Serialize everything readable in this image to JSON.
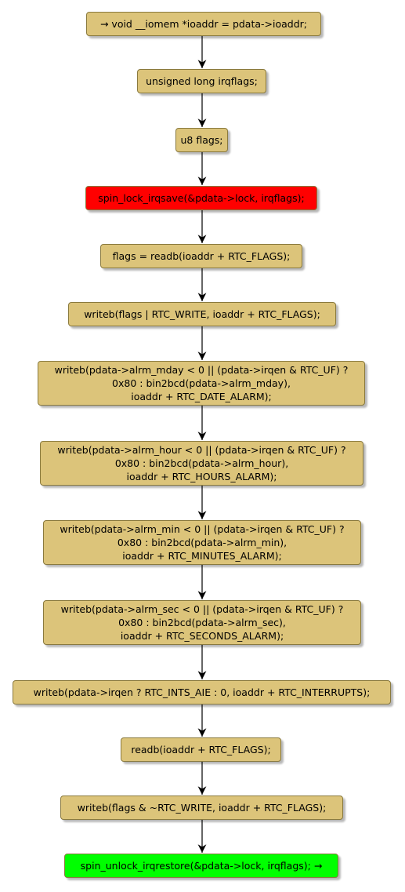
{
  "colors": {
    "step_fill": "#dcc47a",
    "lock_fill": "#ff0000",
    "unlock_fill": "#00ff00",
    "border": "#8a7a3e",
    "edge": "#000000"
  },
  "steps": [
    {
      "id": "s1",
      "kind": "normal",
      "lines": [
        "→ void __iomem *ioaddr = pdata->ioaddr;"
      ]
    },
    {
      "id": "s2",
      "kind": "normal",
      "lines": [
        "unsigned long irqflags;"
      ]
    },
    {
      "id": "s3",
      "kind": "normal",
      "lines": [
        "u8 flags;"
      ]
    },
    {
      "id": "s4",
      "kind": "lock",
      "lines": [
        "spin_lock_irqsave(&pdata->lock, irqflags);"
      ]
    },
    {
      "id": "s5",
      "kind": "normal",
      "lines": [
        "flags = readb(ioaddr + RTC_FLAGS);"
      ]
    },
    {
      "id": "s6",
      "kind": "normal",
      "lines": [
        "writeb(flags | RTC_WRITE, ioaddr + RTC_FLAGS);"
      ]
    },
    {
      "id": "s7",
      "kind": "normal",
      "lines": [
        "writeb(pdata->alrm_mday < 0 || (pdata->irqen & RTC_UF) ?",
        "0x80 : bin2bcd(pdata->alrm_mday),",
        "ioaddr + RTC_DATE_ALARM);"
      ]
    },
    {
      "id": "s8",
      "kind": "normal",
      "lines": [
        "writeb(pdata->alrm_hour < 0 || (pdata->irqen & RTC_UF) ?",
        "0x80 : bin2bcd(pdata->alrm_hour),",
        "ioaddr + RTC_HOURS_ALARM);"
      ]
    },
    {
      "id": "s9",
      "kind": "normal",
      "lines": [
        "writeb(pdata->alrm_min < 0 || (pdata->irqen & RTC_UF) ?",
        "0x80 : bin2bcd(pdata->alrm_min),",
        "ioaddr + RTC_MINUTES_ALARM);"
      ]
    },
    {
      "id": "s10",
      "kind": "normal",
      "lines": [
        "writeb(pdata->alrm_sec < 0 || (pdata->irqen & RTC_UF) ?",
        "0x80 : bin2bcd(pdata->alrm_sec),",
        "ioaddr + RTC_SECONDS_ALARM);"
      ]
    },
    {
      "id": "s11",
      "kind": "normal",
      "lines": [
        "writeb(pdata->irqen ? RTC_INTS_AIE : 0, ioaddr + RTC_INTERRUPTS);"
      ]
    },
    {
      "id": "s12",
      "kind": "normal",
      "lines": [
        "readb(ioaddr + RTC_FLAGS);"
      ]
    },
    {
      "id": "s13",
      "kind": "normal",
      "lines": [
        "writeb(flags & ~RTC_WRITE, ioaddr + RTC_FLAGS);"
      ]
    },
    {
      "id": "s14",
      "kind": "unlock",
      "lines": [
        "spin_unlock_irqrestore(&pdata->lock, irqflags); →"
      ]
    }
  ]
}
